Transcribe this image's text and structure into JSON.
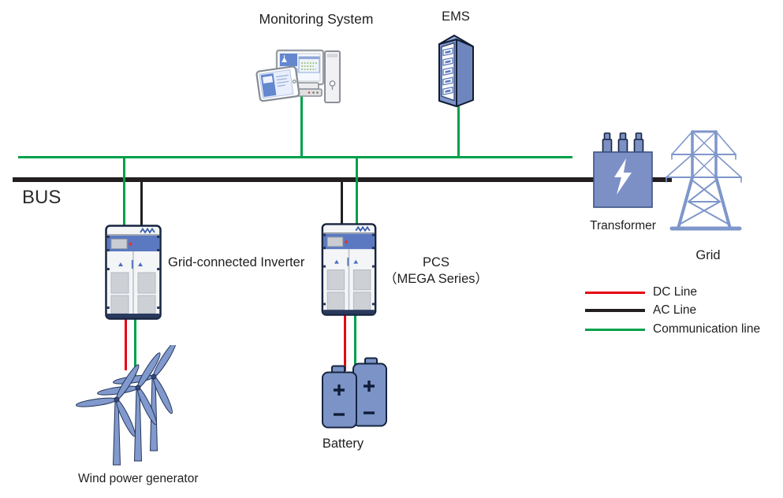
{
  "labels": {
    "bus": "BUS",
    "monitoring_system": "Monitoring System",
    "ems": "EMS",
    "grid_connected_inverter": "Grid-connected Inverter",
    "pcs_line1": "PCS",
    "pcs_line2": "（MEGA Series）",
    "transformer": "Transformer",
    "grid": "Grid",
    "battery": "Battery",
    "wind_power_generator": "Wind power generator"
  },
  "legend": {
    "items": [
      {
        "label": "DC Line",
        "color": "#e60012"
      },
      {
        "label": "AC Line",
        "color": "#231f20"
      },
      {
        "label": "Communication line",
        "color": "#00a14b"
      }
    ]
  },
  "colors": {
    "dc_line": "#e60012",
    "ac_line": "#231f20",
    "communication_line": "#00a14b",
    "equipment_blue": "#7b93c8",
    "cabinet_band_blue": "#5b79c0"
  }
}
